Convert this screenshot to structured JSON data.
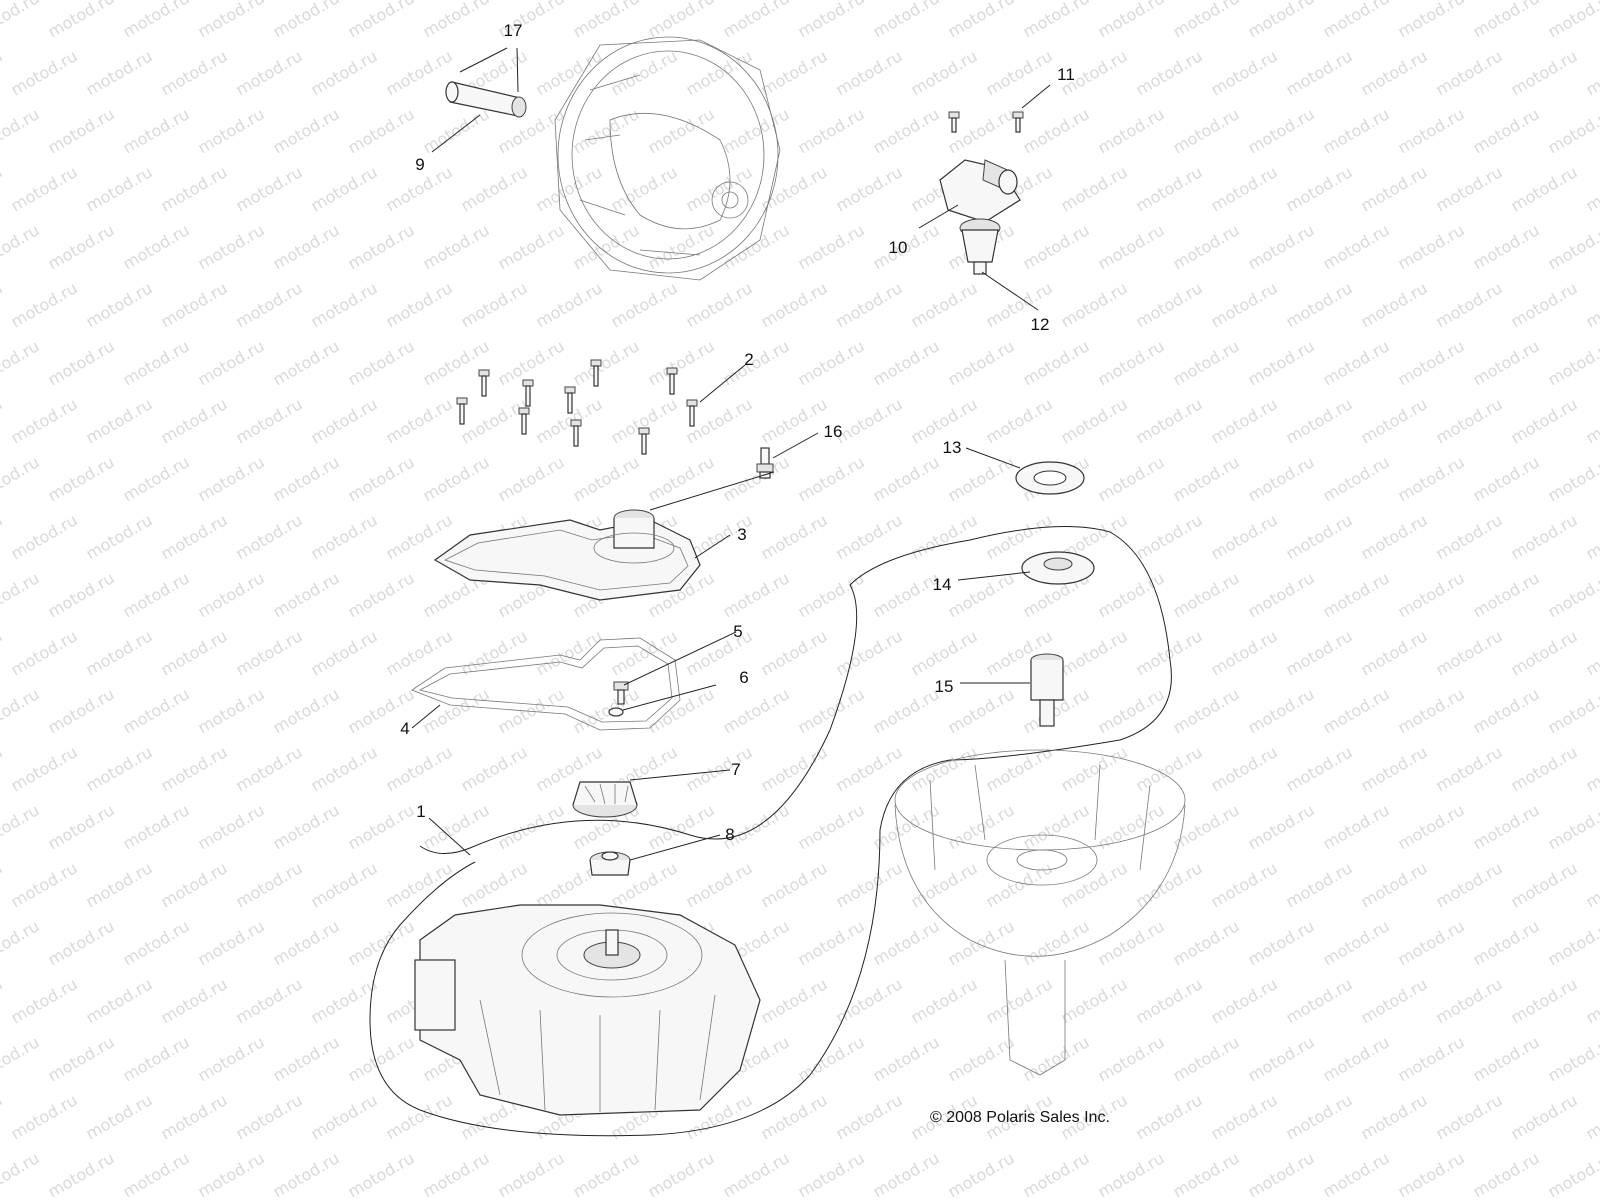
{
  "callouts": {
    "c1": "1",
    "c2": "2",
    "c3": "3",
    "c4": "4",
    "c5": "5",
    "c6": "6",
    "c7": "7",
    "c8": "8",
    "c9": "9",
    "c10": "10",
    "c11": "11",
    "c12": "12",
    "c13": "13",
    "c14": "14",
    "c15": "15",
    "c16": "16",
    "c17": "17"
  },
  "copyright": "© 2008 Polaris Sales Inc.",
  "watermark": "motod.ru"
}
